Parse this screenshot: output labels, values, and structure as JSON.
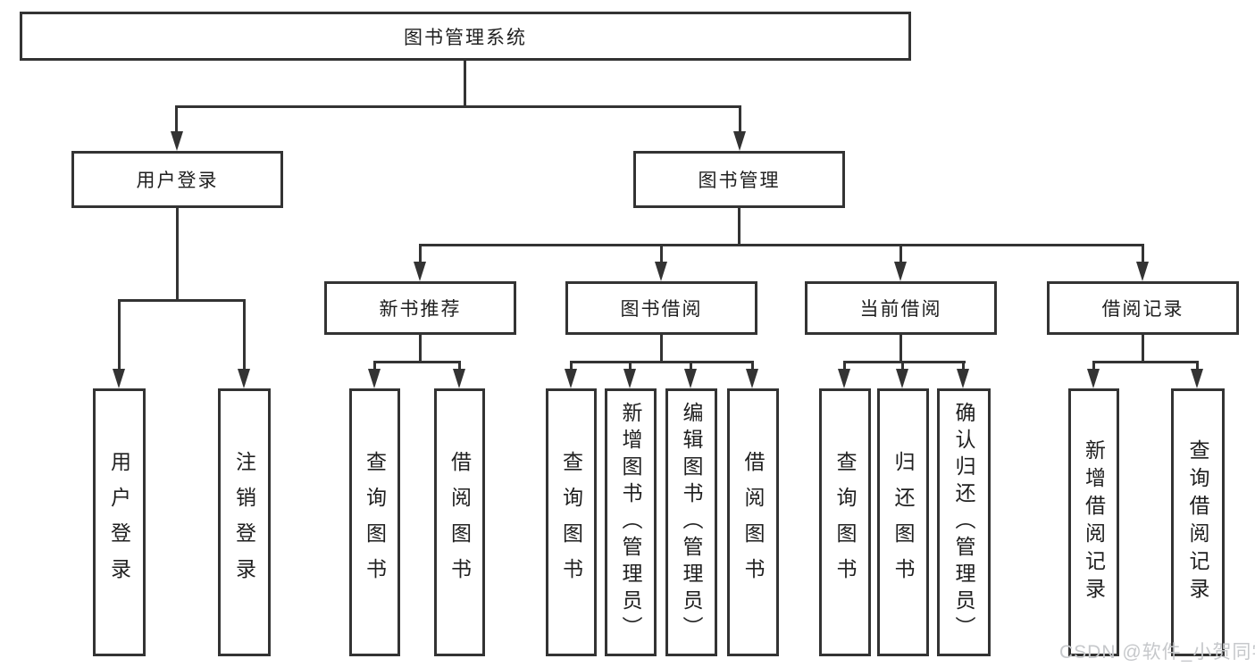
{
  "diagram": {
    "root": {
      "label": "图书管理系统"
    },
    "level2": [
      {
        "label": "用户登录",
        "children": [
          {
            "label": "用户登录"
          },
          {
            "label": "注销登录"
          }
        ]
      },
      {
        "label": "图书管理",
        "children": [
          {
            "label": "新书推荐",
            "children": [
              {
                "label": "查询图书"
              },
              {
                "label": "借阅图书"
              }
            ]
          },
          {
            "label": "图书借阅",
            "children": [
              {
                "label": "查询图书"
              },
              {
                "label": "新增图书（管理员）"
              },
              {
                "label": "编辑图书（管理员）"
              },
              {
                "label": "借阅图书"
              }
            ]
          },
          {
            "label": "当前借阅",
            "children": [
              {
                "label": "查询图书"
              },
              {
                "label": "归还图书"
              },
              {
                "label": "确认归还（管理员）"
              }
            ]
          },
          {
            "label": "借阅记录",
            "children": [
              {
                "label": "新增借阅记录"
              },
              {
                "label": "查询借阅记录"
              }
            ]
          }
        ]
      }
    ]
  },
  "watermark": {
    "text": "CSDN @软件_小贺同学",
    "color": "#c6c8cb"
  },
  "colors": {
    "line": "#333333",
    "text": "#1f1f1f",
    "background": "#ffffff"
  }
}
